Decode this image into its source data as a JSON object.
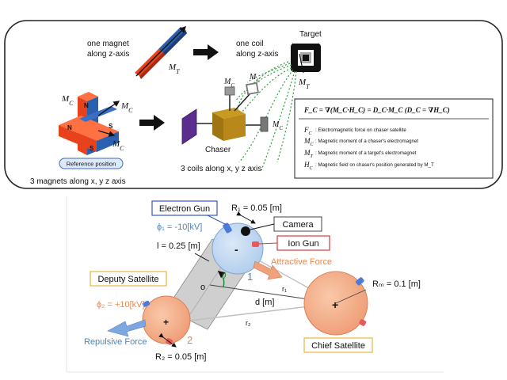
{
  "top_panel": {
    "one_magnet_line1": "one magnet",
    "one_magnet_line2": "along z-axis",
    "one_coil_line1": "one coil",
    "one_coil_line2": "along z-axis",
    "target_label": "Target",
    "mt_label": "M",
    "mt_sub": "T",
    "mc_label": "M",
    "mc_sub": "C",
    "magnet_n": "N",
    "magnet_s": "S",
    "reference_position": "Reference position",
    "three_magnets": "3 magnets along x, y z axis",
    "chaser_label": "Chaser",
    "three_coils": "3 coils along x, y z axis",
    "equation": "F_C = ∇(M_C·H_C) = D_C·M_C   (D_C = ∇H_C)",
    "legend": [
      {
        "sym": "F",
        "sub": "C",
        "text": ": Electromagnetic force on chaser satellite"
      },
      {
        "sym": "M",
        "sub": "C",
        "text": ": Magnetic moment of a chaser's electromagnet"
      },
      {
        "sym": "M",
        "sub": "T",
        "text": ": Magnetic moment of a target's electromagnet"
      },
      {
        "sym": "H",
        "sub": "C",
        "text": ": Magnetic field on chaser's position generated by M_T"
      }
    ]
  },
  "bottom_panel": {
    "electron_gun": "Electron Gun",
    "r1": "R₁ = 0.05 [m]",
    "camera": "Camera",
    "ion_gun": "Ion Gun",
    "phi1": "ϕ₁ = -10[kV]",
    "length": "l = 0.25 [m]",
    "attractive_force": "Attractive Force",
    "deputy_satellite": "Deputy Satellite",
    "theta": "θ",
    "origin": "o",
    "one": "1",
    "two": "2",
    "minus": "-",
    "plus": "+",
    "r1_dist": "r₁",
    "d": "d [m]",
    "r2_dist": "r₂",
    "rm": "Rₘ = 0.1 [m]",
    "phi2": "ϕ₂ = +10[kV]",
    "repulsive_force": "Repulsive Force",
    "chief_satellite": "Chief Satellite",
    "r2": "R₂ = 0.05 [m]"
  }
}
